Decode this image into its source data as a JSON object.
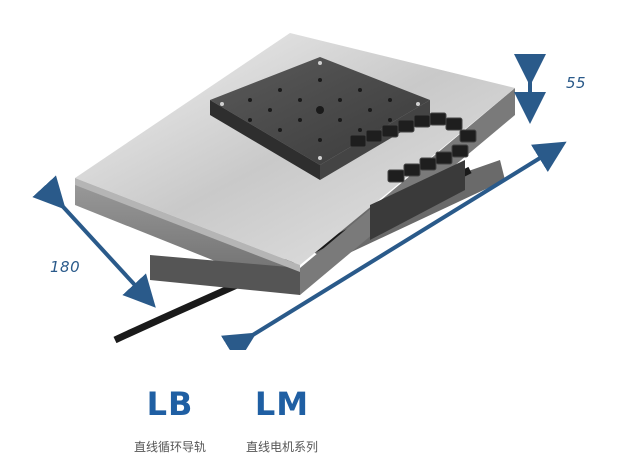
{
  "dimensions": {
    "height": "55",
    "width": "180"
  },
  "series": [
    {
      "code": "LB",
      "name": "直线循环导轨"
    },
    {
      "code": "LM",
      "name": "直线电机系列"
    }
  ],
  "colors": {
    "accent": "#1f5fa3",
    "arrow": "#2a5a8a",
    "caption": "#555555"
  }
}
